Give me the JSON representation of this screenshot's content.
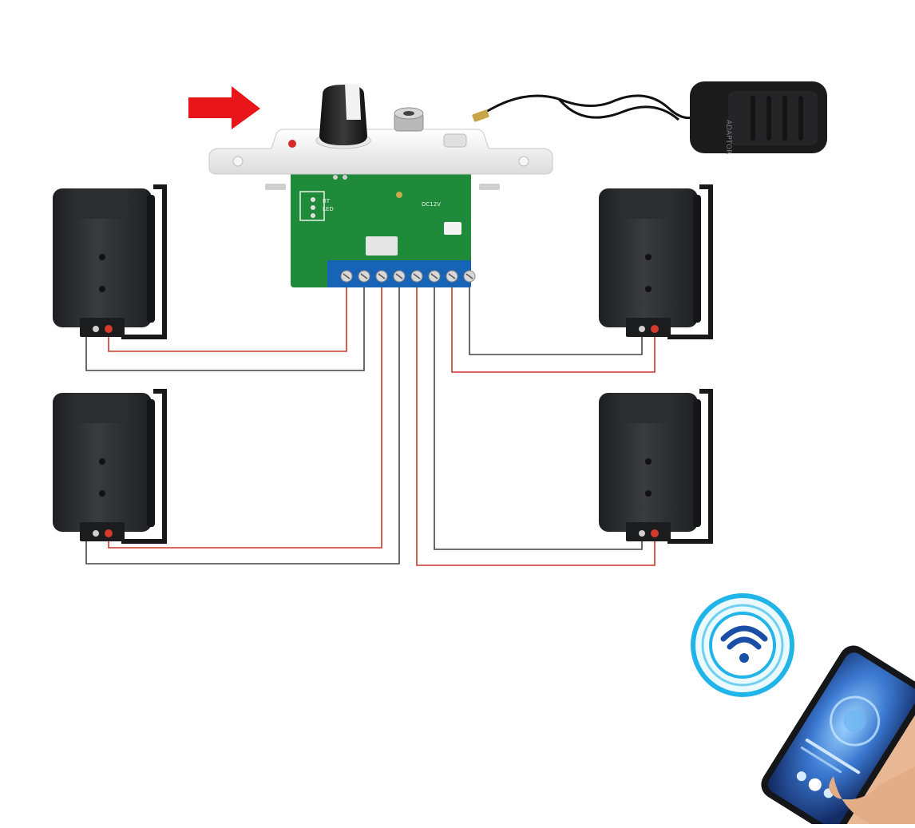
{
  "scene": {
    "speaker_count": 4,
    "terminal_count": 8
  },
  "board": {
    "labels": {
      "bt": "BT",
      "dc": "DC12V",
      "led": "LED"
    }
  },
  "adapter": {
    "brand": "ADAPTOR"
  },
  "colors": {
    "arrow": "#e8161a",
    "wire_red": "#c8382f",
    "wire_black": "#444444",
    "pcb_green": "#1f8a3a",
    "terminal_blue": "#1763b5",
    "speaker_body": "#2a2b2e",
    "wifi_ring": "#21b4e8",
    "wifi_glyph": "#1a4fa8",
    "phone_screen": "#2a5fb8"
  },
  "icons": {
    "arrow": "arrow-right-icon",
    "wireless": "wifi-icon",
    "volume_knob": "volume-knob-icon"
  }
}
